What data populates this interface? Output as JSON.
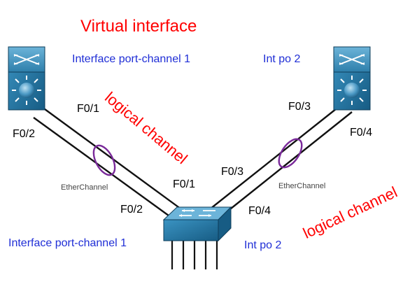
{
  "title": "Virtual interface",
  "labels": {
    "left_switch_interface": "Interface port-channel 1",
    "right_switch_interface": "Int po 2",
    "bottom_left_interface": "Interface port-channel 1",
    "bottom_right_interface": "Int po 2",
    "logical_channel_left": "logical channel",
    "logical_channel_right": "logical channel",
    "etherchannel_left": "EtherChannel",
    "etherchannel_right": "EtherChannel"
  },
  "ports": {
    "left_top": "F0/1",
    "left_bottom": "F0/2",
    "right_top": "F0/3",
    "right_bottom": "F0/4",
    "center_f01": "F0/1",
    "center_f02": "F0/2",
    "center_f03": "F0/3",
    "center_f04": "F0/4"
  },
  "colors": {
    "red": "#ff0000",
    "blue": "#1f2ed6",
    "ring": "#7a2a9a",
    "device": "#1f6f9a"
  }
}
